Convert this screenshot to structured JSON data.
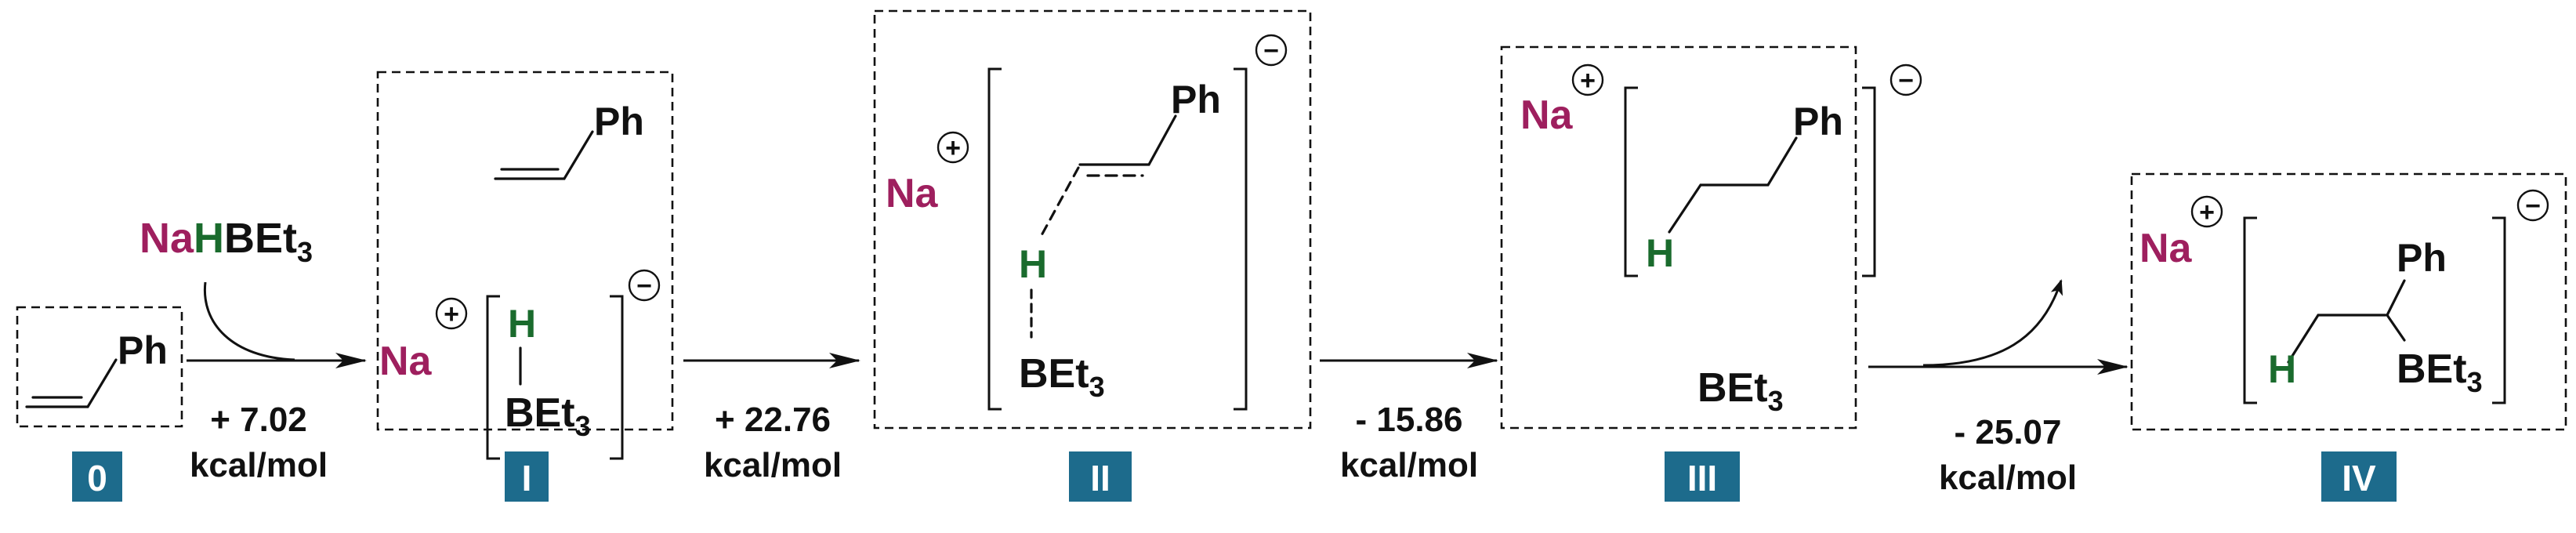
{
  "colors": {
    "sodium": "#9e1f5e",
    "hydride": "#1a6b2d",
    "label_bg": "#1d6b8c",
    "ink": "#111111"
  },
  "labels": {
    "s0": "0",
    "s1": "I",
    "s2": "II",
    "s3": "III",
    "s4": "IV"
  },
  "reagent": {
    "na": "Na",
    "h": "H",
    "b": "BEt",
    "sub": "3"
  },
  "atoms": {
    "ph": "Ph",
    "na": "Na",
    "h": "H",
    "b": "BEt",
    "sub": "3",
    "plus": "+",
    "minus": "−"
  },
  "energies": {
    "e1": {
      "value": "+ 7.02",
      "unit": "kcal/mol"
    },
    "e2": {
      "value": "+ 22.76",
      "unit": "kcal/mol"
    },
    "e3": {
      "value": "- 15.86",
      "unit": "kcal/mol"
    },
    "e4": {
      "value": "- 25.07",
      "unit": "kcal/mol"
    }
  }
}
